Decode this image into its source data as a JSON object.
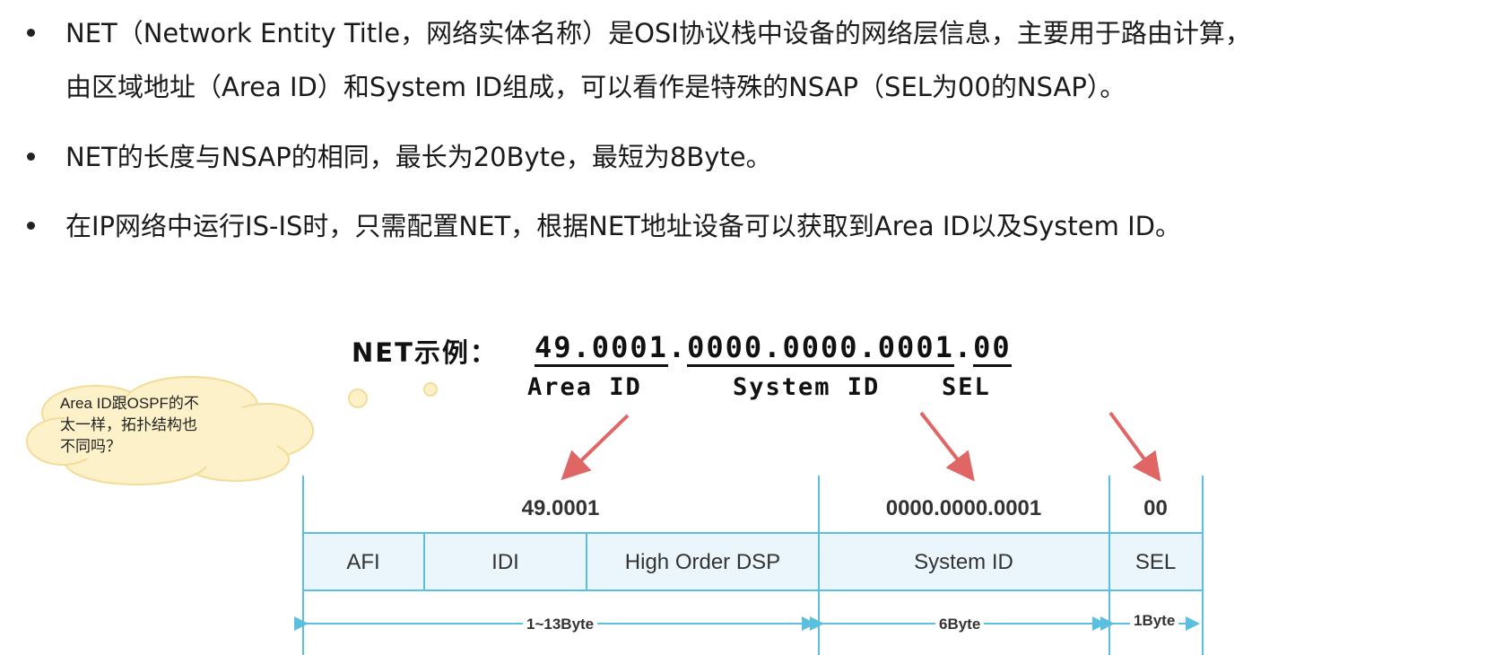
{
  "bullets": [
    {
      "line1": "NET（Network Entity Title，网络实体名称）是OSI协议栈中设备的网络层信息，主要用于路由计算，",
      "line2": "由区域地址（Area ID）和System ID组成，可以看作是特殊的NSAP（SEL为00的NSAP）。"
    },
    {
      "line1": "NET的长度与NSAP的相同，最长为20Byte，最短为8Byte。"
    },
    {
      "line1": "在IP网络中运行IS-IS时，只需配置NET，根据NET地址设备可以获取到Area ID以及System ID。"
    }
  ],
  "example": {
    "label": "NET示例：",
    "area": "49.0001",
    "dot1": ".",
    "system": "0000.0000.0001",
    "dot2": ".",
    "sel": "00",
    "area_label": "Area ID",
    "system_label": "System ID",
    "sel_label": "SEL"
  },
  "bubble": {
    "line1": "Area ID跟OSPF的不",
    "line2": "太一样，拓扑结构也",
    "line3": "不同吗？"
  },
  "table": {
    "top_values": [
      "49.0001",
      "0000.0000.0001",
      "00"
    ],
    "fields": [
      "AFI",
      "IDI",
      "High Order DSP",
      "System ID",
      "SEL"
    ],
    "lengths": [
      "1~13Byte",
      "6Byte",
      "1Byte"
    ]
  },
  "colors": {
    "accent_red": "#e06666",
    "line_blue": "#5bc0de",
    "cell_fill": "#eaf6fb",
    "bubble_fill": "#fdf1c9"
  }
}
